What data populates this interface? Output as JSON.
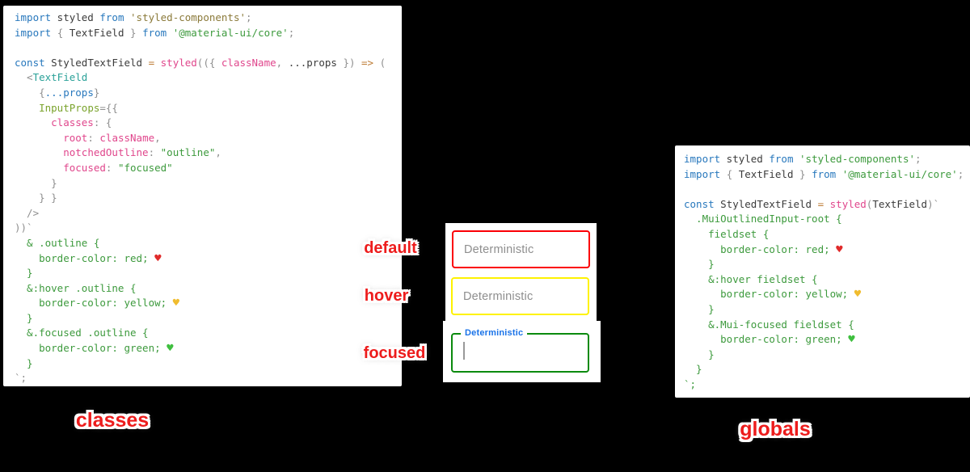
{
  "palette": {
    "background": "#000000",
    "panel_bg": "#ffffff",
    "keyword_blue": "#2878bd",
    "string_green": "#3d9a3d",
    "object_key_pink": "#e0468c",
    "jsx_component_teal": "#2aa198",
    "jsx_attr_green": "#7aa32c",
    "operator_orange": "#bd7b35",
    "punctuation_gray": "#8f8f8f",
    "sticker_red": "#ed1c1c",
    "border_red": "#fb0006",
    "border_yellow": "#fef200",
    "border_green": "#0b8a0e",
    "focused_label_blue": "#1a73e8",
    "placeholder_gray": "#8e8e8e"
  },
  "annotations": {
    "default_label": "default",
    "hover_label": "hover",
    "focused_label": "focused",
    "classes_label": "classes",
    "globals_label": "globals"
  },
  "textfields": {
    "default": {
      "placeholder": "Deterministic",
      "border_color": "red"
    },
    "hover": {
      "placeholder": "Deterministic",
      "border_color": "yellow"
    },
    "focused": {
      "label": "Deterministic",
      "border_color": "green"
    }
  },
  "left_panel": {
    "lines": [
      [
        {
          "t": "import",
          "c": "kw"
        },
        {
          "t": " styled ",
          "c": "id"
        },
        {
          "t": "from",
          "c": "kw"
        },
        {
          "t": " ",
          "c": "pun"
        },
        {
          "t": "'styled-components'",
          "c": "olv"
        },
        {
          "t": ";",
          "c": "pun"
        }
      ],
      [
        {
          "t": "import",
          "c": "kw"
        },
        {
          "t": " ",
          "c": "pun"
        },
        {
          "t": "{",
          "c": "pun"
        },
        {
          "t": " TextField ",
          "c": "id"
        },
        {
          "t": "}",
          "c": "pun"
        },
        {
          "t": " ",
          "c": "pun"
        },
        {
          "t": "from",
          "c": "kw"
        },
        {
          "t": " ",
          "c": "pun"
        },
        {
          "t": "'@material-ui/core'",
          "c": "str"
        },
        {
          "t": ";",
          "c": "pun"
        }
      ],
      [],
      [
        {
          "t": "const",
          "c": "kw"
        },
        {
          "t": " StyledTextField ",
          "c": "id"
        },
        {
          "t": "=",
          "c": "op"
        },
        {
          "t": " ",
          "c": "pun"
        },
        {
          "t": "styled",
          "c": "pink"
        },
        {
          "t": "(({ ",
          "c": "pun"
        },
        {
          "t": "className",
          "c": "pink"
        },
        {
          "t": ", ",
          "c": "pun"
        },
        {
          "t": "...props",
          "c": "id"
        },
        {
          "t": " }) ",
          "c": "pun"
        },
        {
          "t": "=>",
          "c": "op"
        },
        {
          "t": " (",
          "c": "pun"
        }
      ],
      [
        {
          "t": "  <",
          "c": "pun"
        },
        {
          "t": "TextField",
          "c": "teal"
        }
      ],
      [
        {
          "t": "    {",
          "c": "pun"
        },
        {
          "t": "...props",
          "c": "kw"
        },
        {
          "t": "}",
          "c": "pun"
        }
      ],
      [
        {
          "t": "    ",
          "c": "pun"
        },
        {
          "t": "InputProps",
          "c": "attr"
        },
        {
          "t": "={{",
          "c": "pun"
        }
      ],
      [
        {
          "t": "      ",
          "c": "pun"
        },
        {
          "t": "classes",
          "c": "pink"
        },
        {
          "t": ": {",
          "c": "pun"
        }
      ],
      [
        {
          "t": "        ",
          "c": "pun"
        },
        {
          "t": "root",
          "c": "pink"
        },
        {
          "t": ": ",
          "c": "pun"
        },
        {
          "t": "className",
          "c": "pink"
        },
        {
          "t": ",",
          "c": "pun"
        }
      ],
      [
        {
          "t": "        ",
          "c": "pun"
        },
        {
          "t": "notchedOutline",
          "c": "pink"
        },
        {
          "t": ": ",
          "c": "pun"
        },
        {
          "t": "\"outline\"",
          "c": "str"
        },
        {
          "t": ",",
          "c": "pun"
        }
      ],
      [
        {
          "t": "        ",
          "c": "pun"
        },
        {
          "t": "focused",
          "c": "pink"
        },
        {
          "t": ": ",
          "c": "pun"
        },
        {
          "t": "\"focused\"",
          "c": "str"
        }
      ],
      [
        {
          "t": "      }",
          "c": "pun"
        }
      ],
      [
        {
          "t": "    } }",
          "c": "pun"
        }
      ],
      [
        {
          "t": "  />",
          "c": "pun"
        }
      ],
      [
        {
          "t": "))`",
          "c": "pun"
        }
      ],
      [
        {
          "t": "  & .outline {",
          "c": "css"
        }
      ],
      [
        {
          "t": "    border-color: red; ",
          "c": "css"
        },
        {
          "t": "♥",
          "c": "hr"
        }
      ],
      [
        {
          "t": "  }",
          "c": "css"
        }
      ],
      [
        {
          "t": "  &:hover .outline {",
          "c": "css"
        }
      ],
      [
        {
          "t": "    border-color: yellow; ",
          "c": "css"
        },
        {
          "t": "♥",
          "c": "hy"
        }
      ],
      [
        {
          "t": "  }",
          "c": "css"
        }
      ],
      [
        {
          "t": "  &.focused .outline {",
          "c": "css"
        }
      ],
      [
        {
          "t": "    border-color: green; ",
          "c": "css"
        },
        {
          "t": "♥",
          "c": "hg"
        }
      ],
      [
        {
          "t": "  }",
          "c": "css"
        }
      ],
      [
        {
          "t": "`;",
          "c": "pun"
        }
      ]
    ]
  },
  "right_panel": {
    "lines": [
      [
        {
          "t": "import",
          "c": "kw"
        },
        {
          "t": " styled ",
          "c": "id"
        },
        {
          "t": "from",
          "c": "kw"
        },
        {
          "t": " ",
          "c": "pun"
        },
        {
          "t": "'styled-components'",
          "c": "str"
        },
        {
          "t": ";",
          "c": "pun"
        }
      ],
      [
        {
          "t": "import",
          "c": "kw"
        },
        {
          "t": " ",
          "c": "pun"
        },
        {
          "t": "{",
          "c": "pun"
        },
        {
          "t": " TextField ",
          "c": "id"
        },
        {
          "t": "}",
          "c": "pun"
        },
        {
          "t": " ",
          "c": "pun"
        },
        {
          "t": "from",
          "c": "kw"
        },
        {
          "t": " ",
          "c": "pun"
        },
        {
          "t": "'@material-ui/core'",
          "c": "str"
        },
        {
          "t": ";",
          "c": "pun"
        }
      ],
      [],
      [
        {
          "t": "const",
          "c": "kw"
        },
        {
          "t": " StyledTextField ",
          "c": "id"
        },
        {
          "t": "=",
          "c": "op"
        },
        {
          "t": " ",
          "c": "pun"
        },
        {
          "t": "styled",
          "c": "pink"
        },
        {
          "t": "(",
          "c": "pun"
        },
        {
          "t": "TextField",
          "c": "id"
        },
        {
          "t": ")`",
          "c": "pun"
        }
      ],
      [
        {
          "t": "  .MuiOutlinedInput-root {",
          "c": "css"
        }
      ],
      [
        {
          "t": "    fieldset {",
          "c": "css"
        }
      ],
      [
        {
          "t": "      border-color: red; ",
          "c": "css"
        },
        {
          "t": "♥",
          "c": "hr"
        }
      ],
      [
        {
          "t": "    }",
          "c": "css"
        }
      ],
      [
        {
          "t": "    &:hover fieldset {",
          "c": "css"
        }
      ],
      [
        {
          "t": "      border-color: yellow; ",
          "c": "css"
        },
        {
          "t": "♥",
          "c": "hy"
        }
      ],
      [
        {
          "t": "    }",
          "c": "css"
        }
      ],
      [
        {
          "t": "    &.Mui-focused fieldset {",
          "c": "css"
        }
      ],
      [
        {
          "t": "      border-color: green; ",
          "c": "css"
        },
        {
          "t": "♥",
          "c": "hg"
        }
      ],
      [
        {
          "t": "    }",
          "c": "css"
        }
      ],
      [
        {
          "t": "  }",
          "c": "css"
        }
      ],
      [
        {
          "t": "`;",
          "c": "css"
        }
      ]
    ]
  }
}
